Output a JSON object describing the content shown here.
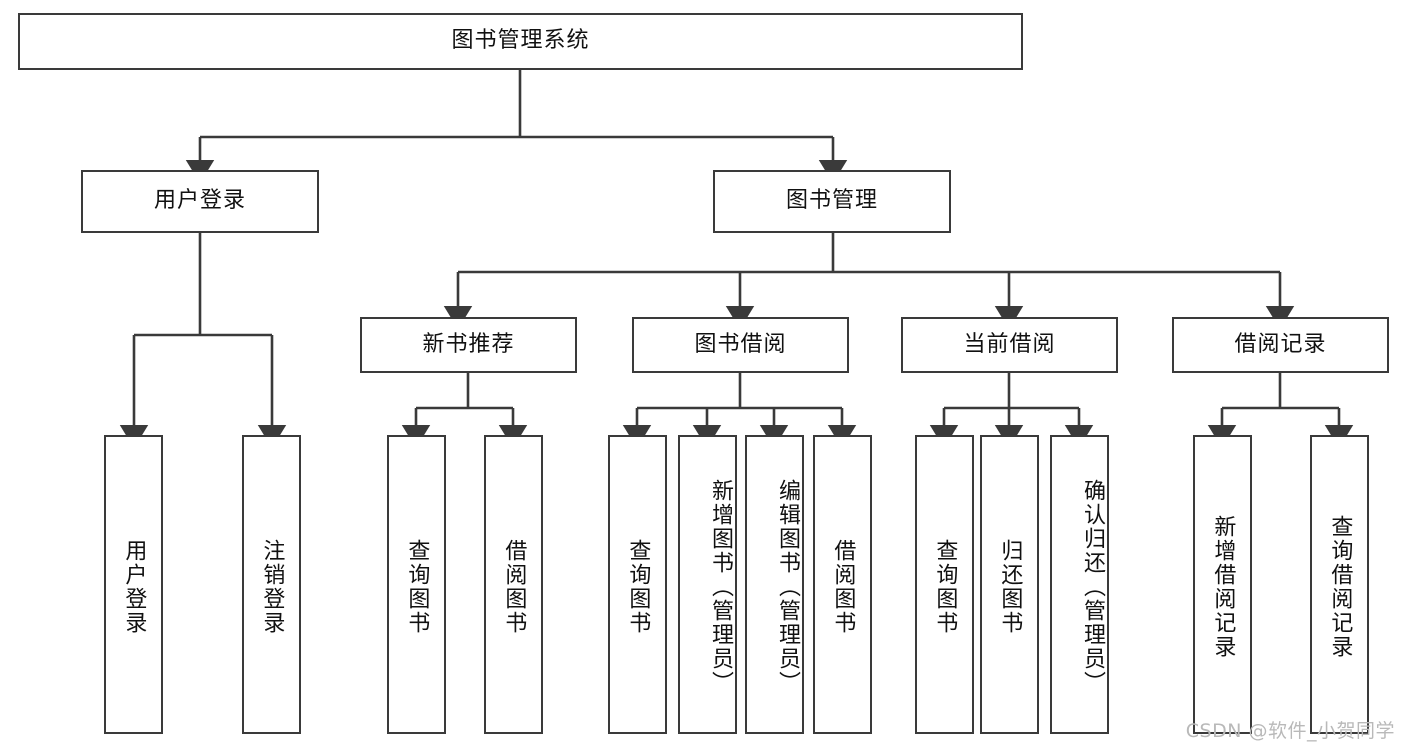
{
  "diagram": {
    "type": "tree-hierarchy-chart",
    "title": "图书管理系统",
    "watermark": "CSDN @软件_小贺同学",
    "colors": {
      "box_border": "#3a3a3a",
      "box_fill": "#ffffff",
      "connector": "#3a3a3a",
      "text": "#111111",
      "watermark": "#b9b9b9",
      "background": "#ffffff"
    },
    "root": {
      "label": "图书管理系统"
    },
    "level2": [
      {
        "id": "user-login",
        "label": "用户登录"
      },
      {
        "id": "book-management",
        "label": "图书管理"
      }
    ],
    "level3": [
      {
        "id": "new-book-recommend",
        "label": "新书推荐"
      },
      {
        "id": "book-borrow",
        "label": "图书借阅"
      },
      {
        "id": "current-borrow",
        "label": "当前借阅"
      },
      {
        "id": "borrow-record",
        "label": "借阅记录"
      }
    ],
    "leaves": {
      "user_login": [
        {
          "id": "leaf-user-login",
          "label": "用户登录"
        },
        {
          "id": "leaf-logout-login",
          "label": "注销登录"
        }
      ],
      "new_book_recommend": [
        {
          "id": "leaf-query-book-1",
          "label": "查询图书"
        },
        {
          "id": "leaf-borrow-book-1",
          "label": "借阅图书"
        }
      ],
      "book_borrow": [
        {
          "id": "leaf-query-book-2",
          "label": "查询图书"
        },
        {
          "id": "leaf-add-book",
          "label": "新增图书（管理员）"
        },
        {
          "id": "leaf-edit-book",
          "label": "编辑图书（管理员）"
        },
        {
          "id": "leaf-borrow-book-2",
          "label": "借阅图书"
        }
      ],
      "current_borrow": [
        {
          "id": "leaf-query-book-3",
          "label": "查询图书"
        },
        {
          "id": "leaf-return-book",
          "label": "归还图书"
        },
        {
          "id": "leaf-confirm-return",
          "label": "确认归还（管理员）"
        }
      ],
      "borrow_record": [
        {
          "id": "leaf-add-record",
          "label": "新增借阅记录"
        },
        {
          "id": "leaf-query-record",
          "label": "查询借阅记录"
        }
      ]
    }
  }
}
